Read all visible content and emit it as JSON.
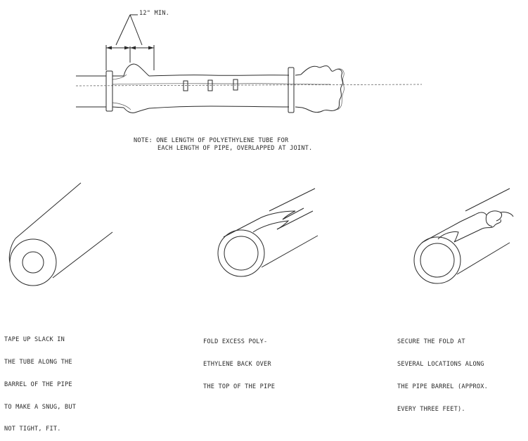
{
  "dimension": {
    "label": "12\" MIN."
  },
  "note": {
    "line1": "NOTE: ONE LENGTH OF POLYETHYLENE TUBE FOR",
    "line2": "EACH LENGTH OF PIPE, OVERLAPPED AT JOINT."
  },
  "step1": {
    "lines": [
      "TAPE UP SLACK IN",
      "THE TUBE ALONG THE",
      "BARREL OF THE PIPE",
      "TO MAKE A SNUG, BUT",
      "NOT TIGHT, FIT."
    ]
  },
  "step2": {
    "lines": [
      "FOLD EXCESS POLY-",
      "ETHYLENE BACK OVER",
      "THE TOP OF THE PIPE"
    ]
  },
  "step3": {
    "lines": [
      "SECURE THE FOLD AT",
      "SEVERAL LOCATIONS ALONG",
      "THE PIPE BARREL (APPROX.",
      "EVERY THREE FEET)."
    ]
  },
  "colors": {
    "ink": "#2a2a2a",
    "background": "#ffffff"
  }
}
